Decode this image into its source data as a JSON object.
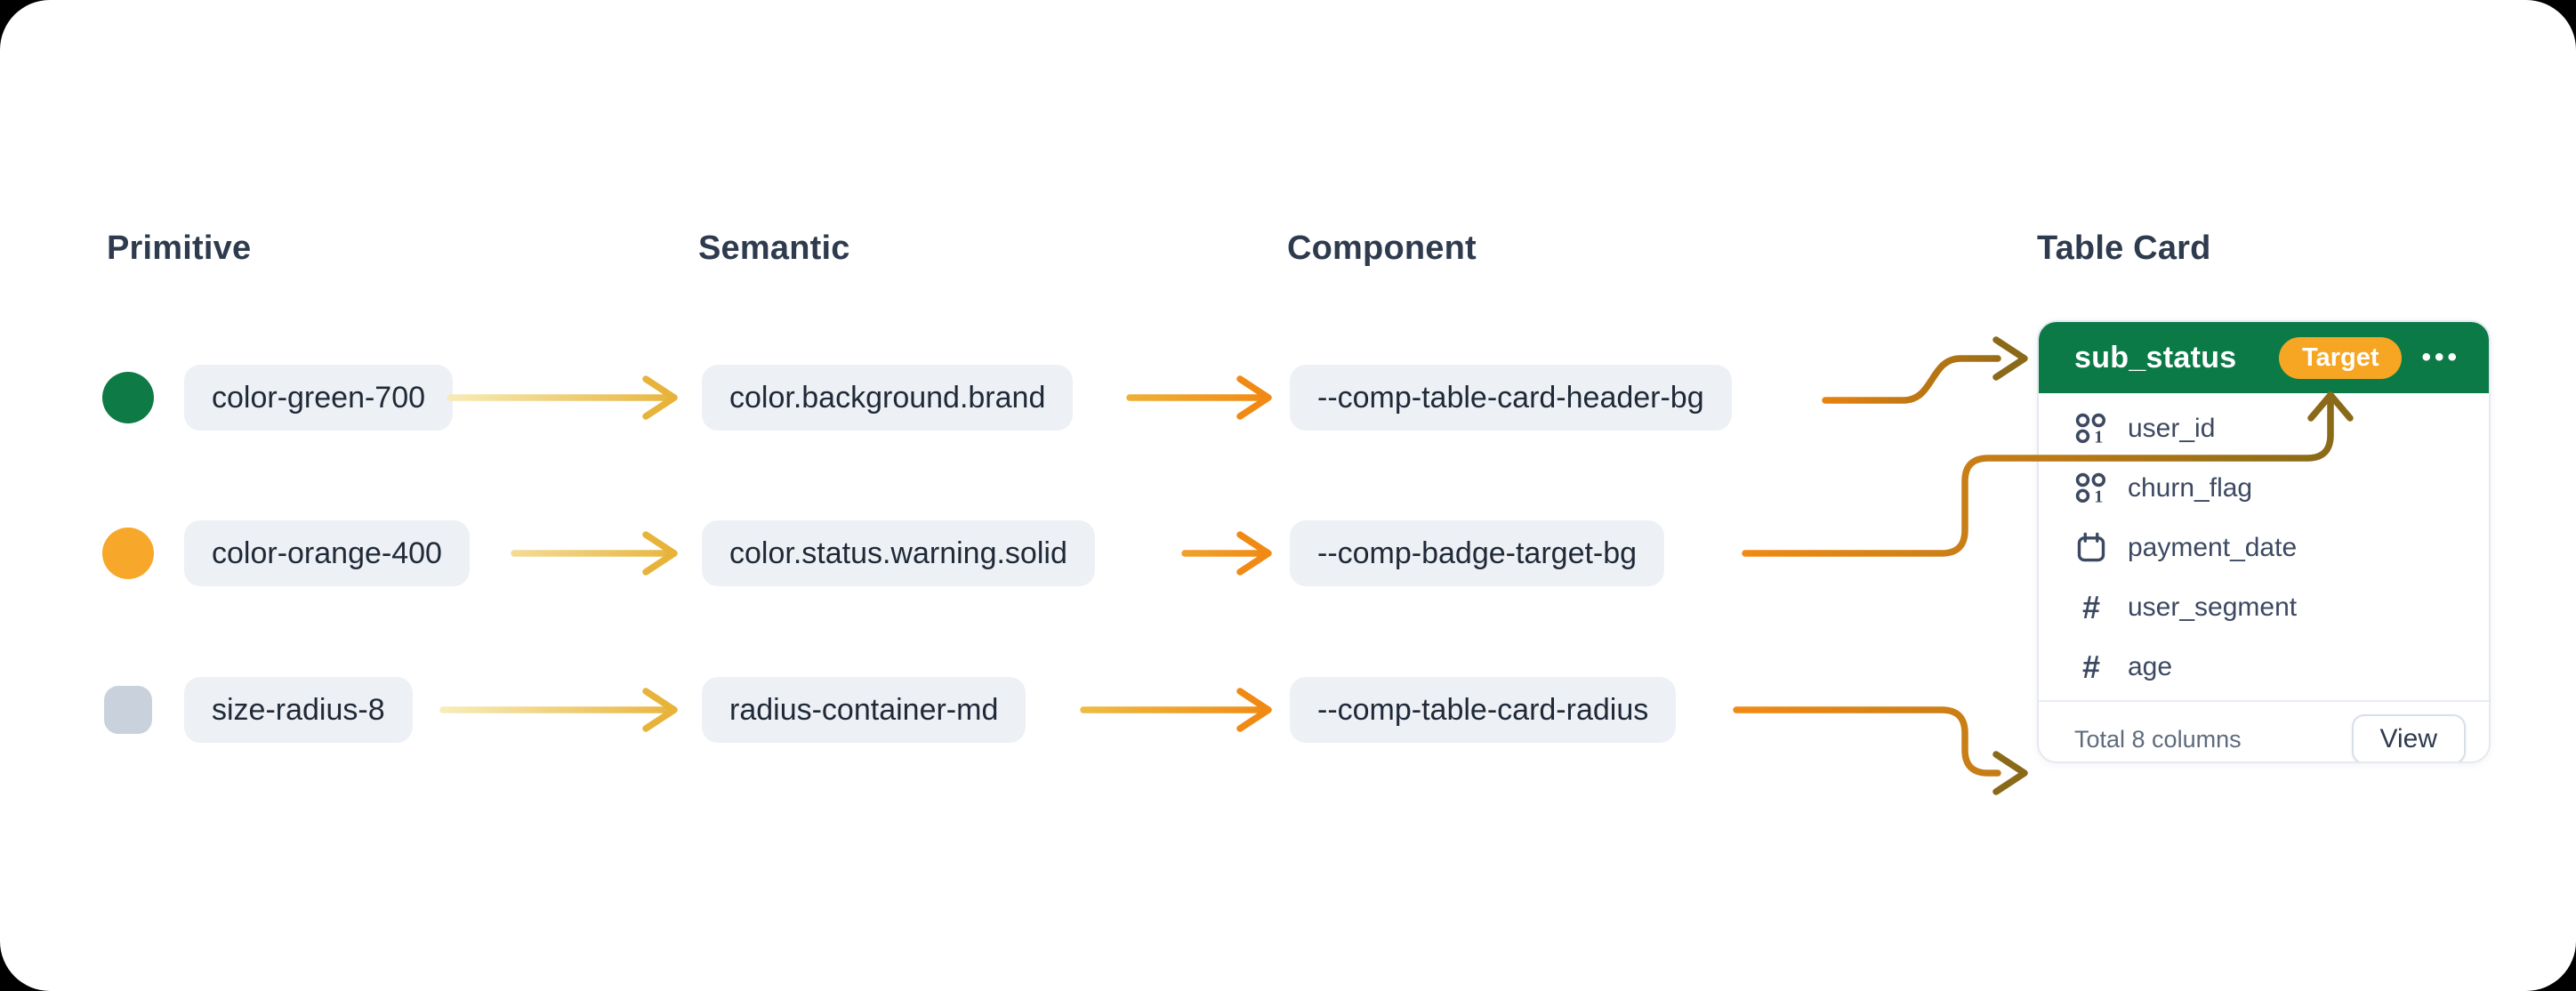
{
  "columns": [
    {
      "label": "Primitive"
    },
    {
      "label": "Semantic"
    },
    {
      "label": "Component"
    },
    {
      "label": "Table Card"
    }
  ],
  "rows": [
    {
      "swatch": {
        "shape": "circle",
        "color": "#0e7b46",
        "token": "green"
      },
      "primitive": "color-green-700",
      "semantic": "color.background.brand",
      "component": "--comp-table-card-header-bg",
      "points_to": "table-card-header"
    },
    {
      "swatch": {
        "shape": "circle",
        "color": "#f7a72a",
        "token": "orange"
      },
      "primitive": "color-orange-400",
      "semantic": "color.status.warning.solid",
      "component": "--comp-badge-target-bg",
      "points_to": "target-badge"
    },
    {
      "swatch": {
        "shape": "rounded-square",
        "color": "#c9d2dc",
        "token": "radius"
      },
      "primitive": "size-radius-8",
      "semantic": "radius-container-md",
      "component": "--comp-table-card-radius",
      "points_to": "card-corner-radius"
    }
  ],
  "table_card": {
    "title": "sub_status",
    "badge": "Target",
    "menu_icon": "ellipsis-dots",
    "fields": [
      {
        "name": "user_id",
        "type_icon": "categorical-icon"
      },
      {
        "name": "churn_flag",
        "type_icon": "categorical-icon"
      },
      {
        "name": "payment_date",
        "type_icon": "calendar-icon"
      },
      {
        "name": "user_segment",
        "type_icon": "number-hash-icon"
      },
      {
        "name": "age",
        "type_icon": "number-hash-icon"
      }
    ],
    "footer": {
      "summary": "Total 8 columns",
      "action": "View"
    },
    "colors": {
      "header_bg": "#0c7a47",
      "badge_bg": "#f6a623"
    }
  },
  "arrow_colors": {
    "start_yellow": "#f7ecb8",
    "gold": "#e7b33a",
    "orange": "#f08a14",
    "deep_orange": "#e8820e",
    "dark_gold": "#8a6a18"
  }
}
